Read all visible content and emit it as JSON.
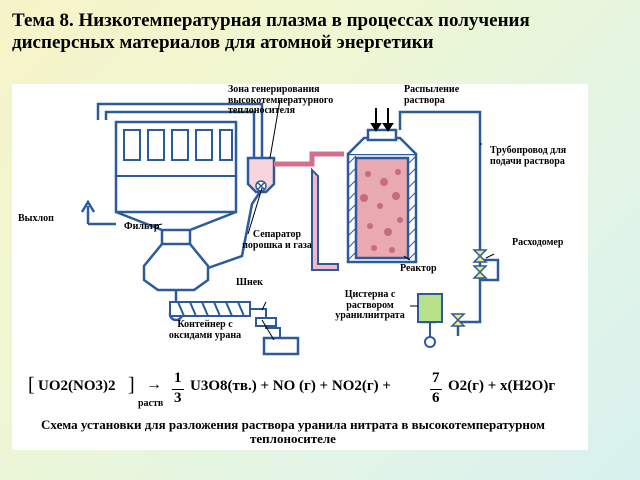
{
  "slide": {
    "title": "Тема 8.  Низкотемпературная плазма в процессах получения дисперсных материалов для атомной энергетики"
  },
  "diagram": {
    "labels": {
      "zone": "Зона генерирования высокотемпературного теплоносителя",
      "spray": "Распыление раствора",
      "pipeline": "Трубопровод для подачи раствора",
      "exhaust": "Выхлоп",
      "filter": "Фильтр",
      "separator": "Сепаратор порошка и газа",
      "reactor": "Реактор",
      "flowmeter": "Расходомер",
      "screw": "Шнек",
      "tank": "Цистерна с раствором уранилнитрата",
      "container": "Контейнер с оксидами урана"
    },
    "formula": {
      "bracket": "[",
      "reactant": "UO2(NO3)2",
      "reactant_sub": "]",
      "solution_tag": "раств",
      "arrow": "→",
      "coef1_num": "1",
      "coef1_den": "3",
      "product1": "U3O8(тв.) + NO (г) + NO2(г) +",
      "coef2_num": "7",
      "coef2_den": "6",
      "product2": "O2(г) + x(H2O)г"
    },
    "caption": "Схема установки для разложения раствора уранила нитрата в высокотемпературном теплоносителе"
  },
  "colors": {
    "pipe": "#2d5a9a",
    "reactor_fill": "#e9a9b0",
    "gas_pipe": "#f2b8c6",
    "tank": "#b9e08a"
  }
}
